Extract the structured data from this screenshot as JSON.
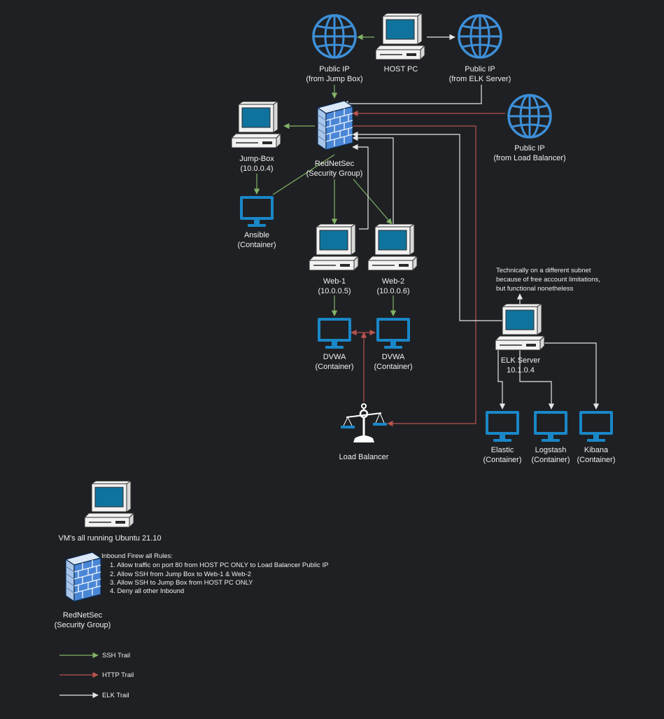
{
  "colors": {
    "background": "#1f2023",
    "ssh": "#82b366",
    "http": "#b85450",
    "elk": "#e6e6e6",
    "globe": "#3d8fd8",
    "container": "#1a87c8",
    "pc_screen": "#10739e"
  },
  "nodes": {
    "public_ip_jump": {
      "line1": "Public IP",
      "line2": "(from Jump Box)",
      "icon": "globe-icon"
    },
    "host_pc": {
      "line1": "HOST PC",
      "icon": "desktop-pc-icon"
    },
    "public_ip_elk": {
      "line1": "Public IP",
      "line2": "(from ELK Server)",
      "icon": "globe-icon"
    },
    "jump_box": {
      "line1": "Jump-Box",
      "line2": "(10.0.0.4)",
      "icon": "desktop-pc-icon"
    },
    "firewall": {
      "line1": "RedNetSec",
      "line2": "(Security Group)",
      "icon": "firewall-icon"
    },
    "public_ip_lb": {
      "line1": "Public IP",
      "line2": "(from Load Balancer)",
      "icon": "globe-icon"
    },
    "ansible": {
      "line1": "Ansible",
      "line2": "(Container)",
      "icon": "monitor-icon"
    },
    "web1": {
      "line1": "Web-1",
      "line2": "(10.0.0.5)",
      "icon": "desktop-pc-icon"
    },
    "web2": {
      "line1": "Web-2",
      "line2": "(10.0.0.6)",
      "icon": "desktop-pc-icon"
    },
    "dvwa1": {
      "line1": "DVWA",
      "line2": "(Container)",
      "icon": "monitor-icon"
    },
    "dvwa2": {
      "line1": "DVWA",
      "line2": "(Container)",
      "icon": "monitor-icon"
    },
    "load_balancer": {
      "line1": "Load Balancer",
      "icon": "scale-icon"
    },
    "elk_server": {
      "line1": "ELK Server",
      "line2": "10.1.0.4",
      "icon": "desktop-pc-icon"
    },
    "elastic": {
      "line1": "Elastic",
      "line2": "(Container)",
      "icon": "monitor-icon"
    },
    "logstash": {
      "line1": "Logstash",
      "line2": "(Container)",
      "icon": "monitor-icon"
    },
    "kibana": {
      "line1": "Kibana",
      "line2": "(Container)",
      "icon": "monitor-icon"
    }
  },
  "elk_note": [
    "Technically on a different subnet",
    "because of free account limitations,",
    "but functional nonetheless"
  ],
  "legend_vm": {
    "text": "VM's all running Ubuntu 21.10"
  },
  "legend_firewall": {
    "line1": "RedNetSec",
    "line2": "(Security Group)"
  },
  "rules": {
    "title": "Inbound Firew all Rules:",
    "items": [
      "1. Allow  traffic on port 80 from HOST PC ONLY  to Load Balancer Public IP",
      "2. Allow  SSH from Jump Box to Web-1 & Web-2",
      "3. Allow  SSH to Jump Box  from HOST PC ONLY",
      "4. Deny all other Inbound"
    ]
  },
  "legend": [
    {
      "label": "SSH Trail",
      "kind": "ssh"
    },
    {
      "label": "HTTP Trail",
      "kind": "http"
    },
    {
      "label": "ELK Trail",
      "kind": "elk"
    }
  ]
}
